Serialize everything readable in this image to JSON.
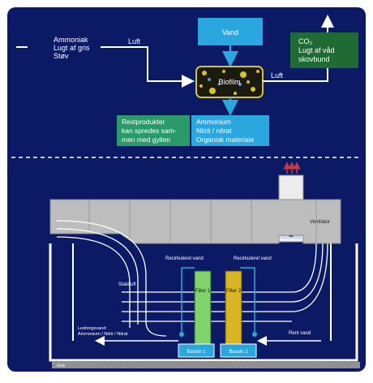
{
  "top": {
    "sources_lines": [
      "Ammoniak",
      "Lugt af gris",
      "Støv"
    ],
    "air_in_label": "Luft",
    "water_box": "Vand",
    "biofilm_label": "Biofilm",
    "air_out_label": "Luft",
    "output_box_lines": [
      "CO₂",
      "Lugt af våd",
      "skovbund"
    ],
    "residue_left_lines": [
      "Restprodukter",
      "kan spredes sam-",
      "men med gyllen"
    ],
    "residue_right_lines": [
      "Ammonium",
      "Nitrit / nitrat",
      "Organisk materiale"
    ]
  },
  "bottom": {
    "fan_label": "Ventilator",
    "recirc_left_label": "Recirkuleret vand",
    "recirc_right_label": "Recirkuleret vand",
    "filter1_label": "Filter 1",
    "filter2_label": "Filter 2",
    "airflow_label": "Staldluft",
    "drain_label_lines": [
      "Ledningsvand:",
      "Ammonium / Nitrit / Nitrat"
    ],
    "fresh_water_label": "Rent vand",
    "sump1_label": "Bassin 1",
    "sump2_label": "Bassin 2",
    "floor_label": "Gulv"
  },
  "colors": {
    "background": "#0c1a66",
    "water_box": "#2aa7df",
    "output_box": "#1f6b33",
    "residue_left": "#2a9a6a",
    "residue_right": "#2aa7df",
    "filter1": "#7fd36a",
    "filter2": "#d9b523",
    "duct": "#b8b8b8"
  }
}
